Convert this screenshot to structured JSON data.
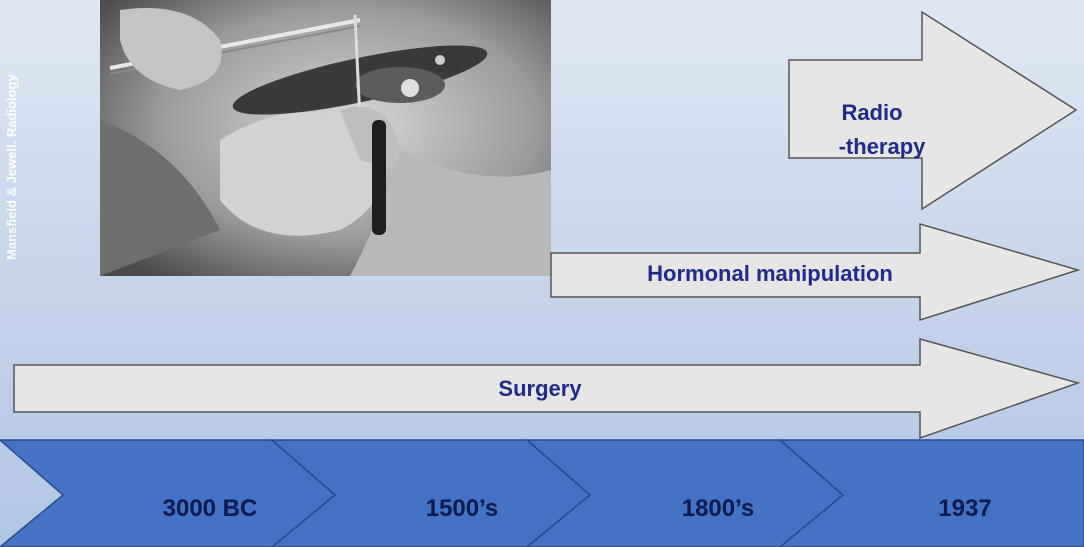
{
  "credit": "Mansfield & Jewell. Radiology",
  "therapies": {
    "radiotherapy": {
      "line1": "Radio",
      "line2": "-therapy"
    },
    "hormonal": "Hormonal manipulation",
    "surgery": "Surgery"
  },
  "timeline": [
    "3000 BC",
    "1500’s",
    "1800’s",
    "1937"
  ],
  "colors": {
    "arrow_fill": "#e6e6e6",
    "arrow_stroke": "#555555",
    "label_text": "#1f2a8c",
    "timeline_fill": "#4472c4",
    "timeline_stroke": "#2b4a8a",
    "timeline_text": "#0d1a4f"
  }
}
